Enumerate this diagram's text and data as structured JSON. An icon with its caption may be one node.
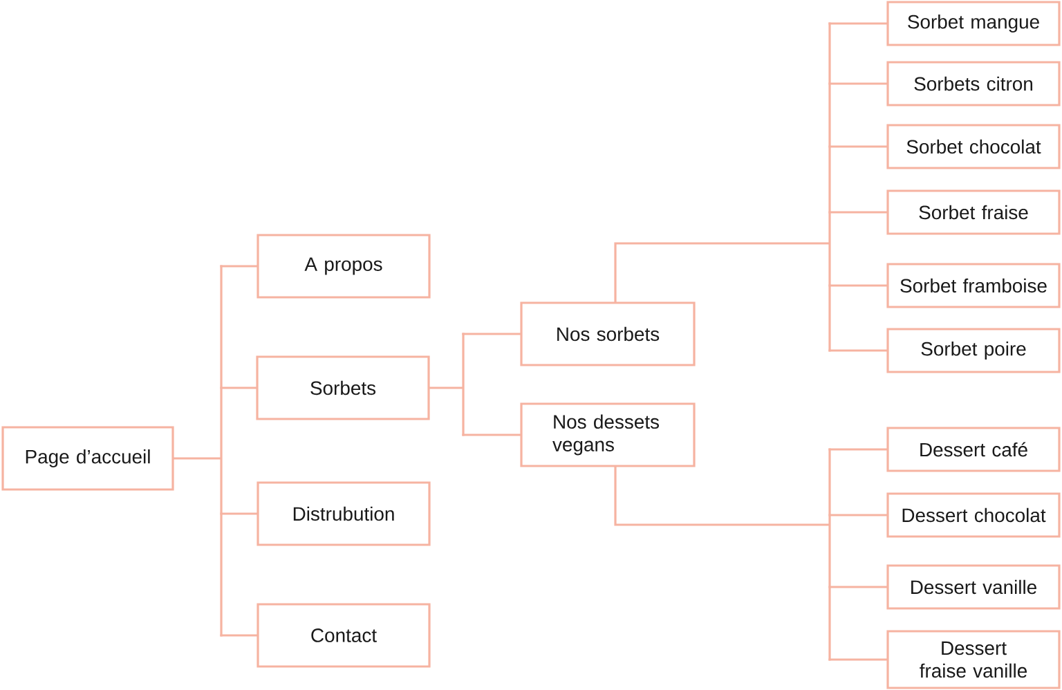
{
  "diagram": {
    "nodes": [
      {
        "text": [
          "Page d’accueil"
        ]
      },
      {
        "text": [
          "A propos"
        ]
      },
      {
        "text": [
          "Sorbets"
        ]
      },
      {
        "text": [
          "Distrubution"
        ]
      },
      {
        "text": [
          "Contact"
        ]
      },
      {
        "text": [
          "Nos sorbets"
        ]
      },
      {
        "text": [
          "Nos dessets vegans"
        ]
      },
      {
        "text": [
          "Sorbet mangue"
        ]
      },
      {
        "text": [
          "Sorbets citron"
        ]
      },
      {
        "text": [
          "Sorbet chocolat"
        ]
      },
      {
        "text": [
          "Sorbet fraise"
        ]
      },
      {
        "text": [
          "Sorbet framboise"
        ]
      },
      {
        "text": [
          "Sorbet poire"
        ]
      },
      {
        "text": [
          "Dessert café"
        ]
      },
      {
        "text": [
          "Dessert chocolat"
        ]
      },
      {
        "text": [
          "Dessert vanille"
        ]
      },
      {
        "text": [
          "Dessert fraise vanille"
        ]
      }
    ],
    "edges": [
      {
        "from": 0,
        "to": 1,
        "arrow": "none"
      },
      {
        "from": 0,
        "to": 2,
        "arrow": "none"
      },
      {
        "from": 0,
        "to": 3,
        "arrow": "none"
      },
      {
        "from": 0,
        "to": 4,
        "arrow": "none"
      },
      {
        "from": 2,
        "to": 5,
        "arrow": "none"
      },
      {
        "from": 2,
        "to": 6,
        "arrow": "none"
      },
      {
        "from": 5,
        "to": 7,
        "arrow": "none"
      },
      {
        "from": 5,
        "to": 8,
        "arrow": "none"
      },
      {
        "from": 5,
        "to": 9,
        "arrow": "none"
      },
      {
        "from": 5,
        "to": 10,
        "arrow": "none"
      },
      {
        "from": 5,
        "to": 11,
        "arrow": "none"
      },
      {
        "from": 5,
        "to": 12,
        "arrow": "none"
      },
      {
        "from": 6,
        "to": 13,
        "arrow": "none"
      },
      {
        "from": 6,
        "to": 14,
        "arrow": "none"
      },
      {
        "from": 6,
        "to": 15,
        "arrow": "none"
      },
      {
        "from": 6,
        "to": 16,
        "arrow": "none"
      }
    ]
  }
}
